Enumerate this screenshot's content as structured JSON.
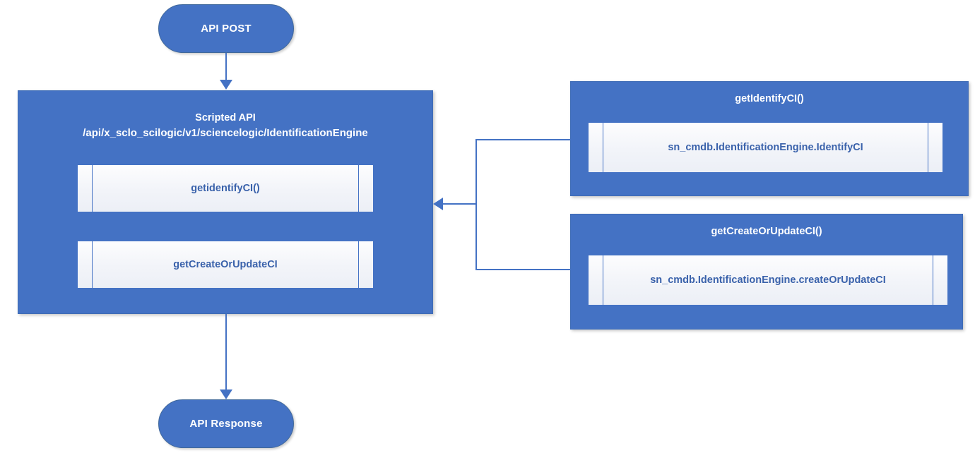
{
  "diagram": {
    "title": "ScienceLogic Scripted API Identification Engine flow",
    "colors": {
      "fill_blue": "#4472C4",
      "connector_blue": "#4472C4",
      "inner_box_text": "#3A62AB",
      "container_text": "#FFFFFF",
      "background": "#FFFFFF"
    },
    "start_node": {
      "label": "API POST",
      "shape": "terminator-pill"
    },
    "end_node": {
      "label": "API Response",
      "shape": "terminator-pill"
    },
    "scripted_api": {
      "title_line1": "Scripted API",
      "title_line2": "/api/x_sclo_scilogic/v1/sciencelogic/IdentificationEngine",
      "processes": [
        {
          "label": "getidentifyCI()"
        },
        {
          "label": "getCreateOrUpdateCI"
        }
      ]
    },
    "right_boxes": [
      {
        "title": "getIdentifyCI()",
        "processes": [
          {
            "label": "sn_cmdb.IdentificationEngine.IdentifyCI"
          }
        ]
      },
      {
        "title": "getCreateOrUpdateCI()",
        "processes": [
          {
            "label": "sn_cmdb.IdentificationEngine.createOrUpdateCI"
          }
        ]
      }
    ],
    "connectors": [
      {
        "name": "api-post-to-scripted-api",
        "direction": "down"
      },
      {
        "name": "scripted-api-to-api-response",
        "direction": "down"
      },
      {
        "name": "right-boxes-to-scripted-api",
        "direction": "left"
      }
    ]
  }
}
